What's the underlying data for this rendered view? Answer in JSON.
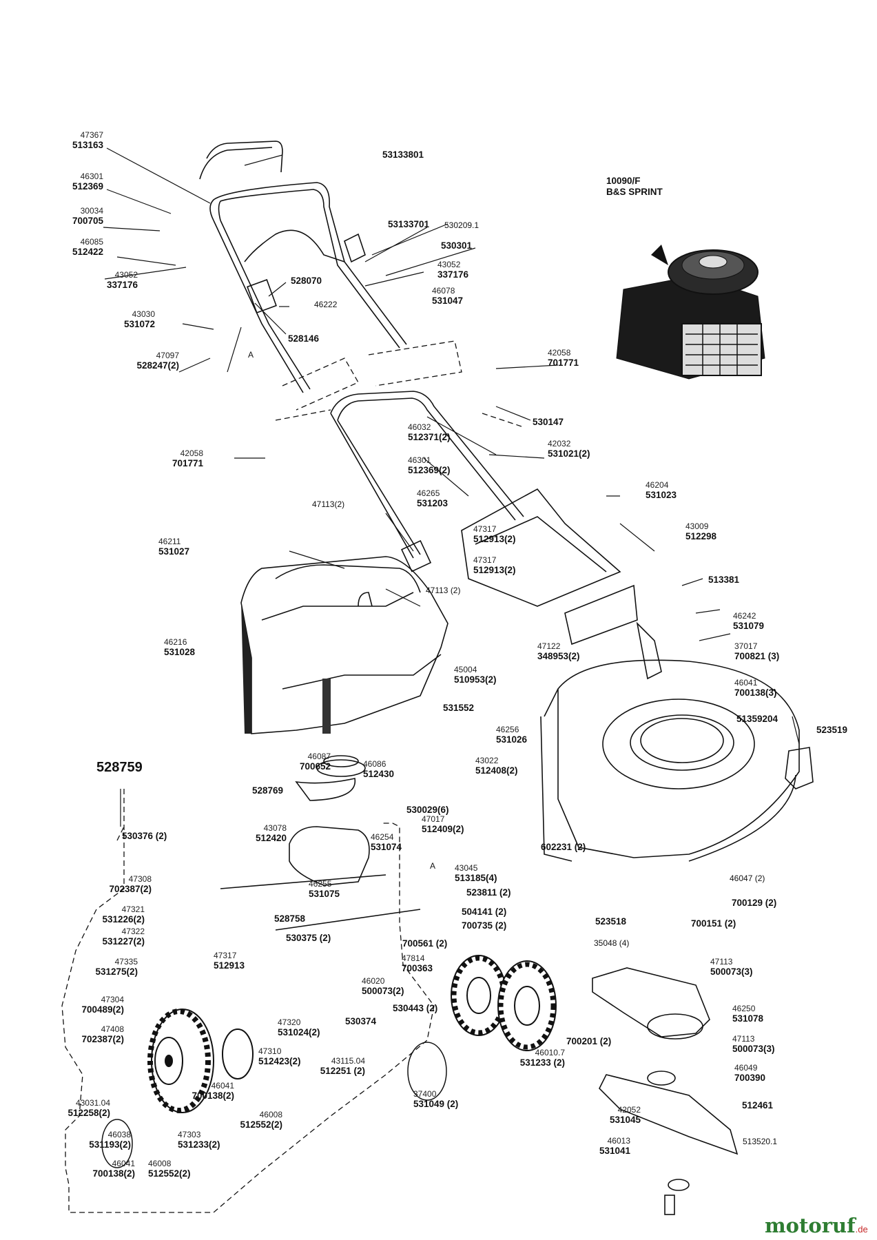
{
  "labels": {
    "l1": {
      "code": "47367",
      "part": "513163"
    },
    "l2": {
      "code": "46301",
      "part": "512369"
    },
    "l3": {
      "code": "30034",
      "part": "700705"
    },
    "l4": {
      "code": "46085",
      "part": "512422"
    },
    "l5": {
      "code": "43052",
      "part": "337176"
    },
    "l6": {
      "code": "43030",
      "part": "531072"
    },
    "l7": {
      "code": "47097",
      "part": "528247(2)"
    },
    "l8": {
      "code": "43052",
      "part": "337176"
    },
    "l9": {
      "code": "46078",
      "part": "531047"
    },
    "l10": {
      "code": "42058",
      "part": "701771"
    },
    "l11": {
      "code": "46032",
      "part": "512371(2)"
    },
    "l12": {
      "code": "46301",
      "part": "512369(2)"
    },
    "l13": {
      "code": "46265",
      "part": "531203"
    },
    "l14": {
      "code": "42058",
      "part": "701771"
    },
    "l15": {
      "code": "42032",
      "part": "531021(2)"
    },
    "l16": {
      "code": "46204",
      "part": "531023"
    },
    "l17": {
      "code": "43009",
      "part": "512298"
    },
    "l18": {
      "code": "47317",
      "part": "512913(2)"
    },
    "l19": {
      "code": "47317",
      "part": "512913(2)"
    },
    "l20": {
      "code": "46211",
      "part": "531027"
    },
    "l21": {
      "code": "46242",
      "part": "531079"
    },
    "l22": {
      "code": "37017",
      "part": "700821 (3)"
    },
    "l23": {
      "code": "46041",
      "part": "700138(3)"
    },
    "l24": {
      "code": "47122",
      "part": "348953(2)"
    },
    "l25": {
      "code": "46216",
      "part": "531028"
    },
    "l26": {
      "code": "45004",
      "part": "510953(2)"
    },
    "l27": {
      "code": "46256",
      "part": "531026"
    },
    "l28": {
      "code": "46087",
      "part": "700652"
    },
    "l29": {
      "code": "46086",
      "part": "512430"
    },
    "l30": {
      "code": "43022",
      "part": "512408(2)"
    },
    "l31": {
      "code": "47017",
      "part": "512409(2)"
    },
    "l32": {
      "code": "43078",
      "part": "512420"
    },
    "l33": {
      "code": "46254",
      "part": "531074"
    },
    "l34": {
      "code": "43045",
      "part": "513185(4)"
    },
    "l35": {
      "code": "47308",
      "part": "702387(2)"
    },
    "l36": {
      "code": "47321",
      "part": "531226(2)"
    },
    "l37": {
      "code": "47322",
      "part": "531227(2)"
    },
    "l38": {
      "code": "46255",
      "part": "531075"
    },
    "l39": {
      "code": "47335",
      "part": "531275(2)"
    },
    "l40": {
      "code": "47317",
      "part": "512913"
    },
    "l41": {
      "code": "47304",
      "part": "700489(2)"
    },
    "l42": {
      "code": "47408",
      "part": "702387(2)"
    },
    "l43": {
      "code": "46020",
      "part": "500073(2)"
    },
    "l44": {
      "code": "47814",
      "part": "700363"
    },
    "l45": {
      "code": "47320",
      "part": "531024(2)"
    },
    "l46": {
      "code": "47310",
      "part": "512423(2)"
    },
    "l47": {
      "code": "46041",
      "part": "700138(2)"
    },
    "l48": {
      "code": "46008",
      "part": "512552(2)"
    },
    "l49": {
      "code": "43031.04",
      "part": "512258(2)"
    },
    "l50": {
      "code": "46038",
      "part": "531193(2)"
    },
    "l51": {
      "code": "47303",
      "part": "531233(2)"
    },
    "l52": {
      "code": "46041",
      "part": "700138(2)"
    },
    "l53": {
      "code": "46008",
      "part": "512552(2)"
    },
    "l54": {
      "code": "43115.04",
      "part": "512251 (2)"
    },
    "l55": {
      "code": "37400",
      "part": "531049 (2)"
    },
    "l56": {
      "code": "46010.7",
      "part": "531233 (2)"
    },
    "l57": {
      "code": "47113",
      "part": "500073(3)"
    },
    "l58": {
      "code": "46250",
      "part": "531078"
    },
    "l59": {
      "code": "47113",
      "part": "500073(3)"
    },
    "l60": {
      "code": "46049",
      "part": "700390"
    },
    "l61": {
      "code": "42052",
      "part": "531045"
    },
    "l62": {
      "code": "46013",
      "part": "531041"
    },
    "l63": {
      "code": "10090/F",
      "part": "B&S SPRINT"
    }
  },
  "singles": {
    "s1": "53133801",
    "s2": "53133701",
    "s3": "530209.1",
    "s4": "530301",
    "s5": "528070",
    "s6": "46222",
    "s7": "528146",
    "s8": "A",
    "s9": "530147",
    "s10": "47113(2)",
    "s11": "47113 (2)",
    "s12": "513381",
    "s13": "531552",
    "s14": "51359204",
    "s15": "523519",
    "s16": "528769",
    "s17": "530029(6)",
    "s18": "530376 (2)",
    "s19": "602231 (2)",
    "s20": "46047 (2)",
    "s21": "A",
    "s22": "523811 (2)",
    "s23": "700129 (2)",
    "s24": "504141 (2)",
    "s25": "700735 (2)",
    "s26": "528758",
    "s27": "523518",
    "s28": "700151 (2)",
    "s29": "530375 (2)",
    "s30": "700561 (2)",
    "s31": "35048 (4)",
    "s32": "530374",
    "s33": "530443 (2)",
    "s34": "700201 (2)",
    "s35": "512461",
    "s36": "513520.1"
  },
  "assembly": "528759",
  "brand": {
    "name": "motoruf",
    "suffix": ".de"
  }
}
